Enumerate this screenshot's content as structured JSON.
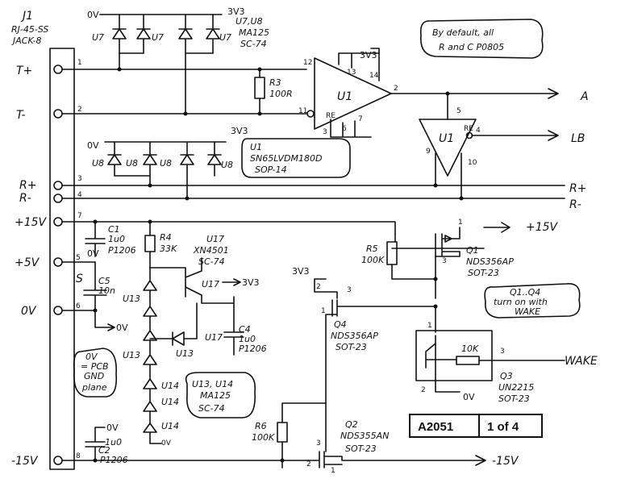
{
  "connector": {
    "ref": "J1",
    "part": "RJ-45-SS",
    "footprint": "JACK-8",
    "pins": [
      {
        "num": "1",
        "net": "T+"
      },
      {
        "num": "2",
        "net": "T-"
      },
      {
        "num": "3",
        "net": "R+"
      },
      {
        "num": "4",
        "net": "R-"
      },
      {
        "num": "7",
        "net": "+15V"
      },
      {
        "num": "5",
        "net": "+5V"
      },
      {
        "num": "6",
        "net": "0V"
      },
      {
        "num": "8",
        "net": "-15V"
      }
    ],
    "shield_label": "S"
  },
  "rails": {
    "v0": "0V",
    "v3v3": "3V3",
    "plus15": "+15V",
    "minus15": "-15V"
  },
  "net_labels": {
    "A": "A",
    "LB": "LB",
    "Rplus": "R+",
    "Rminus": "R-",
    "WAKE": "WAKE"
  },
  "tvs": {
    "group1": {
      "refs": "U7,U8",
      "part": "MA125",
      "pkg": "SC-74",
      "name": "U7"
    },
    "group2": {
      "name": "U8"
    }
  },
  "u1": {
    "ref": "U1",
    "part": "SN65LVDM180D",
    "pkg": "SOP-14",
    "driver_pins": {
      "a": "12",
      "b": "11",
      "out": "2",
      "vcc": "13",
      "vcc2": "14",
      "re": "RE",
      "gnd1": "3",
      "gnd2": "6",
      "gnd3": "7"
    },
    "rx_pins": {
      "in": "5",
      "re": "RE",
      "out": "4",
      "p9": "9",
      "p10": "10"
    }
  },
  "r3": {
    "ref": "R3",
    "value": "100R"
  },
  "c1": {
    "ref": "C1",
    "value": "1u0",
    "pkg": "P1206"
  },
  "c2": {
    "ref": "C2",
    "value": "1u0",
    "pkg": "P1206"
  },
  "c4": {
    "ref": "C4",
    "value": "1u0",
    "pkg": "P1206"
  },
  "c5": {
    "ref": "C5",
    "value": "10n"
  },
  "r4": {
    "ref": "R4",
    "value": "33K"
  },
  "r5": {
    "ref": "R5",
    "value": "100K"
  },
  "r6": {
    "ref": "R6",
    "value": "100K"
  },
  "u17": {
    "ref": "U17",
    "part": "XN4501",
    "pkg": "SC-74"
  },
  "u13u14": {
    "refs": "U13, U14",
    "part": "MA125",
    "pkg": "SC-74",
    "u13": "U13",
    "u14": "U14"
  },
  "q1": {
    "ref": "Q1",
    "part": "NDS356AP",
    "pkg": "SOT-23"
  },
  "q2": {
    "ref": "Q2",
    "part": "NDS355AN",
    "pkg": "SOT-23"
  },
  "q3": {
    "ref": "Q3",
    "part": "UN2215",
    "pkg": "SOT-23",
    "res": "10K"
  },
  "q4": {
    "ref": "Q4",
    "part": "NDS356AP",
    "pkg": "SOT-23"
  },
  "notes": {
    "default_rc": [
      "By default, all",
      "R and C P0805"
    ],
    "wake": [
      "Q1..Q4",
      "turn on with",
      "WAKE"
    ],
    "gnd_plane": [
      "0V",
      "= PCB",
      "GND",
      "plane"
    ]
  },
  "title_block": {
    "drawing": "A2051",
    "sheet": "1 of 4"
  }
}
